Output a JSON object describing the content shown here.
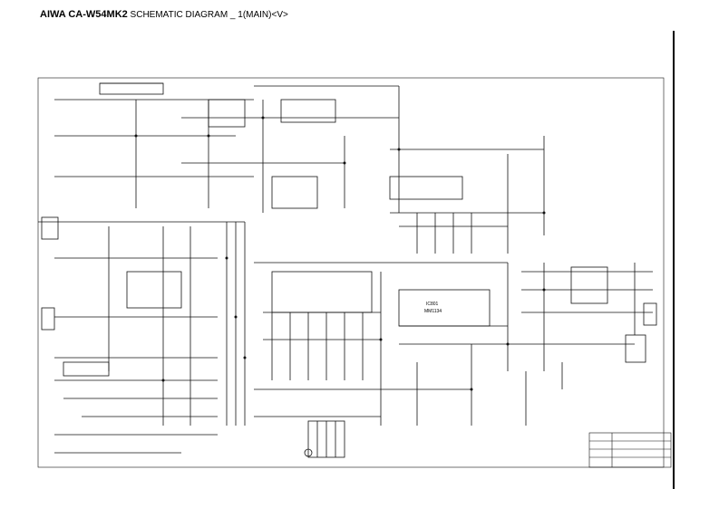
{
  "header": {
    "model": "AIWA CA-W54MK2",
    "caption": "SCHEMATIC  DIAGRAM _ 1(MAIN)<V>"
  },
  "labels": {
    "ic_main": "IC801",
    "ic_main_part": "MM1134"
  },
  "colors": {
    "ink": "#111111",
    "paper": "#ffffff"
  }
}
